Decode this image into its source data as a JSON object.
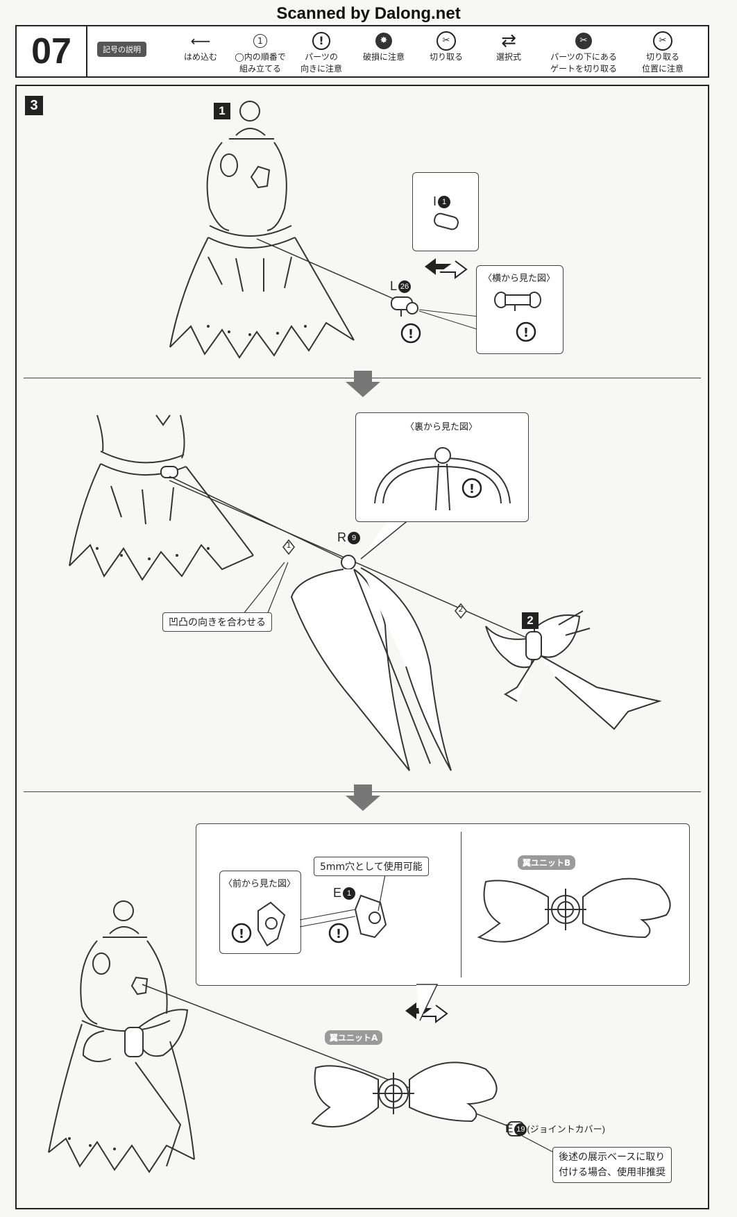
{
  "watermark": "Scanned by Dalong.net",
  "header": {
    "page_number": "07",
    "legend_title": "記号の説明",
    "legend": [
      {
        "icon": "arrow-left-icon",
        "label": "はめ込む"
      },
      {
        "icon": "circle-number-icon",
        "symbol": "1",
        "label": "◯内の順番で\n組み立てる"
      },
      {
        "icon": "caution-icon",
        "label": "パーツの\n向きに注意"
      },
      {
        "icon": "breakage-icon",
        "label": "破損に注意"
      },
      {
        "icon": "cut-icon",
        "label": "切り取る"
      },
      {
        "icon": "choice-arrow-icon",
        "label": "選択式"
      },
      {
        "icon": "gate-cut-icon",
        "label": "パーツの下にある\nゲートを切り取る"
      },
      {
        "icon": "cut-position-icon",
        "label": "切り取る\n位置に注意"
      }
    ]
  },
  "step": {
    "number": "3",
    "sub1": {
      "badge": "1",
      "part_i": {
        "letter": "I",
        "num": "1"
      },
      "part_l": {
        "letter": "L",
        "num": "26"
      },
      "side_view_title": "〈横から見た図〉"
    },
    "sub2": {
      "back_view_title": "〈裏から見た図〉",
      "part_r": {
        "letter": "R",
        "num": "9"
      },
      "order1": "1",
      "order2": "2",
      "align_note": "凹凸の向きを合わせる",
      "badge": "2"
    },
    "sub3": {
      "front_view_title": "〈前から見た図〉",
      "part_e1": {
        "letter": "E",
        "num": "1"
      },
      "hole_note": "5mm穴として使用可能",
      "wing_b": "翼ユニットB",
      "wing_a": "翼ユニットA",
      "part_e19": {
        "letter": "E",
        "num": "19",
        "suffix": "(ジョイントカバー)"
      },
      "note_line1": "後述の展示ベースに取り",
      "note_line2": "付ける場合、使用非推奨"
    }
  }
}
